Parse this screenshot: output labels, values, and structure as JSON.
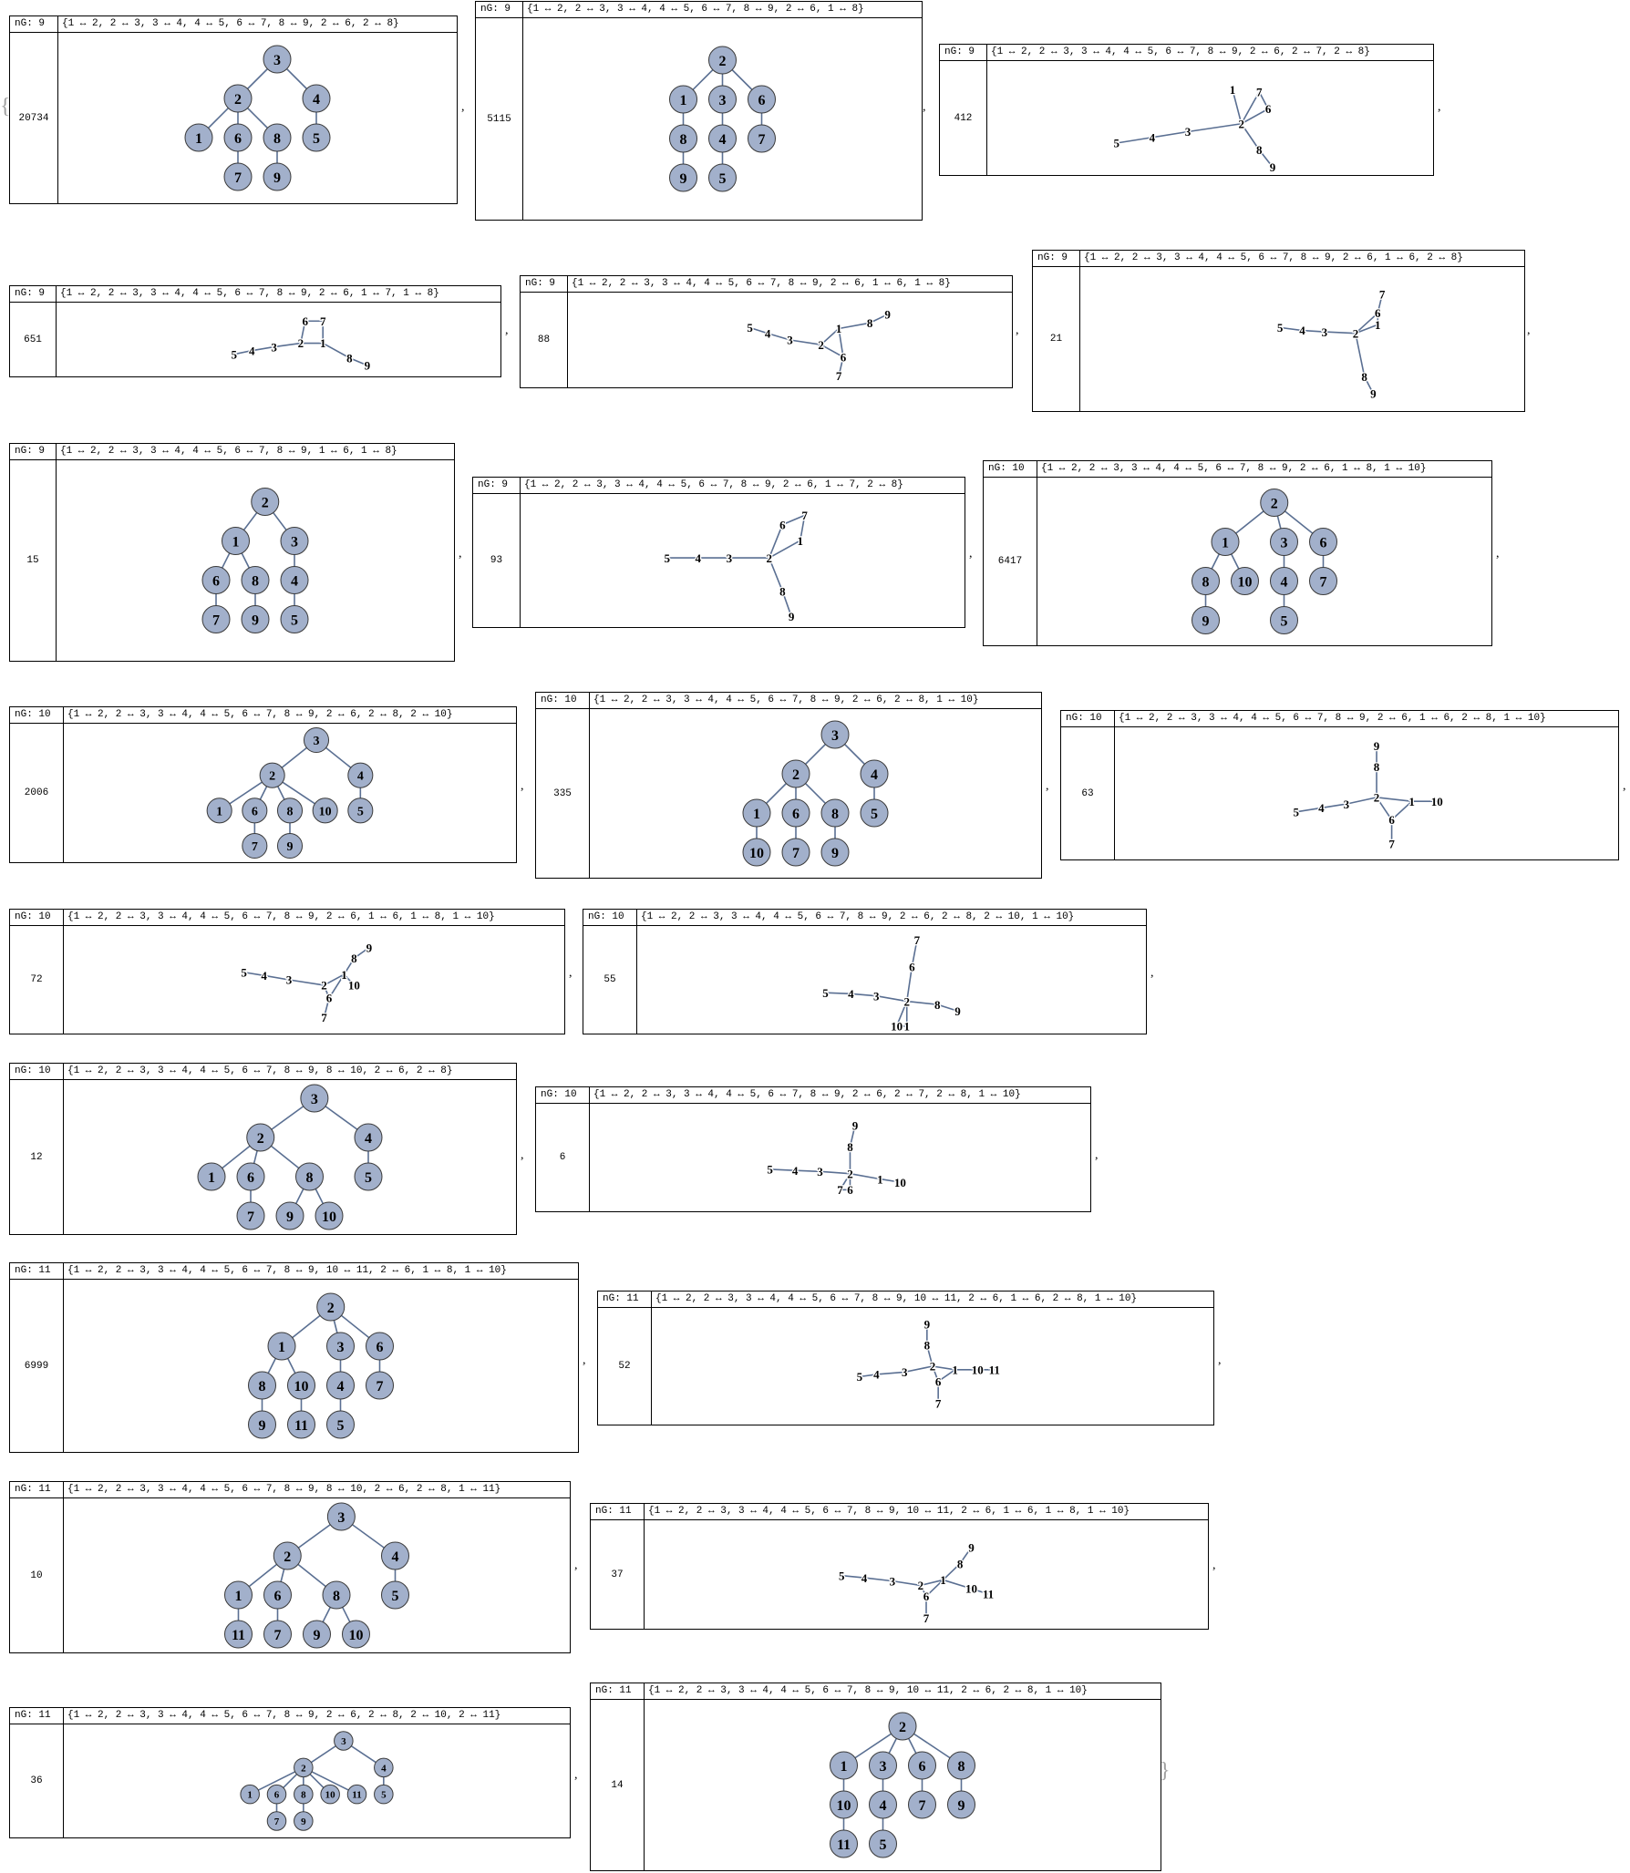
{
  "panels": [
    {
      "ng": "nG: 9",
      "edges": "{1 ↔ 2, 2 ↔ 3, 3 ↔ 4, 4 ↔ 5, 6 ↔ 7, 8 ↔ 9, 2 ↔ 6, 2 ↔ 8}",
      "count": "20734",
      "tree": true,
      "root": 3,
      "E": [
        [
          1,
          2
        ],
        [
          2,
          3
        ],
        [
          3,
          4
        ],
        [
          4,
          5
        ],
        [
          6,
          7
        ],
        [
          8,
          9
        ],
        [
          2,
          6
        ],
        [
          2,
          8
        ]
      ]
    },
    {
      "ng": "nG: 9",
      "edges": "{1 ↔ 2, 2 ↔ 3, 3 ↔ 4, 4 ↔ 5, 6 ↔ 7, 8 ↔ 9, 2 ↔ 6, 1 ↔ 8}",
      "count": "5115",
      "tree": true,
      "root": 2,
      "E": [
        [
          1,
          2
        ],
        [
          2,
          3
        ],
        [
          3,
          4
        ],
        [
          4,
          5
        ],
        [
          6,
          7
        ],
        [
          8,
          9
        ],
        [
          2,
          6
        ],
        [
          1,
          8
        ]
      ]
    },
    {
      "ng": "nG: 9",
      "edges": "{1 ↔ 2, 2 ↔ 3, 3 ↔ 4, 4 ↔ 5, 6 ↔ 7, 8 ↔ 9, 2 ↔ 6, 2 ↔ 7, 2 ↔ 8}",
      "count": "412",
      "tree": false,
      "E": [
        [
          1,
          2
        ],
        [
          2,
          3
        ],
        [
          3,
          4
        ],
        [
          4,
          5
        ],
        [
          6,
          7
        ],
        [
          8,
          9
        ],
        [
          2,
          6
        ],
        [
          2,
          7
        ],
        [
          2,
          8
        ]
      ]
    },
    {
      "ng": "nG: 9",
      "edges": "{1 ↔ 2, 2 ↔ 3, 3 ↔ 4, 4 ↔ 5, 6 ↔ 7, 8 ↔ 9, 2 ↔ 6, 1 ↔ 7, 1 ↔ 8}",
      "count": "651",
      "tree": false,
      "E": [
        [
          1,
          2
        ],
        [
          2,
          3
        ],
        [
          3,
          4
        ],
        [
          4,
          5
        ],
        [
          6,
          7
        ],
        [
          8,
          9
        ],
        [
          2,
          6
        ],
        [
          1,
          7
        ],
        [
          1,
          8
        ]
      ]
    },
    {
      "ng": "nG: 9",
      "edges": "{1 ↔ 2, 2 ↔ 3, 3 ↔ 4, 4 ↔ 5, 6 ↔ 7, 8 ↔ 9, 2 ↔ 6, 1 ↔ 6, 1 ↔ 8}",
      "count": "88",
      "tree": false,
      "E": [
        [
          1,
          2
        ],
        [
          2,
          3
        ],
        [
          3,
          4
        ],
        [
          4,
          5
        ],
        [
          6,
          7
        ],
        [
          8,
          9
        ],
        [
          2,
          6
        ],
        [
          1,
          6
        ],
        [
          1,
          8
        ]
      ]
    },
    {
      "ng": "nG: 9",
      "edges": "{1 ↔ 2, 2 ↔ 3, 3 ↔ 4, 4 ↔ 5, 6 ↔ 7, 8 ↔ 9, 2 ↔ 6, 1 ↔ 6, 2 ↔ 8}",
      "count": "21",
      "tree": false,
      "E": [
        [
          1,
          2
        ],
        [
          2,
          3
        ],
        [
          3,
          4
        ],
        [
          4,
          5
        ],
        [
          6,
          7
        ],
        [
          8,
          9
        ],
        [
          2,
          6
        ],
        [
          1,
          6
        ],
        [
          2,
          8
        ]
      ]
    },
    {
      "ng": "nG: 9",
      "edges": "{1 ↔ 2, 2 ↔ 3, 3 ↔ 4, 4 ↔ 5, 6 ↔ 7, 8 ↔ 9, 1 ↔ 6, 1 ↔ 8}",
      "count": "15",
      "tree": true,
      "root": 2,
      "E": [
        [
          1,
          2
        ],
        [
          2,
          3
        ],
        [
          3,
          4
        ],
        [
          4,
          5
        ],
        [
          6,
          7
        ],
        [
          8,
          9
        ],
        [
          1,
          6
        ],
        [
          1,
          8
        ]
      ]
    },
    {
      "ng": "nG: 9",
      "edges": "{1 ↔ 2, 2 ↔ 3, 3 ↔ 4, 4 ↔ 5, 6 ↔ 7, 8 ↔ 9, 2 ↔ 6, 1 ↔ 7, 2 ↔ 8}",
      "count": "93",
      "tree": false,
      "E": [
        [
          1,
          2
        ],
        [
          2,
          3
        ],
        [
          3,
          4
        ],
        [
          4,
          5
        ],
        [
          6,
          7
        ],
        [
          8,
          9
        ],
        [
          2,
          6
        ],
        [
          1,
          7
        ],
        [
          2,
          8
        ]
      ]
    },
    {
      "ng": "nG: 10",
      "edges": "{1 ↔ 2, 2 ↔ 3, 3 ↔ 4, 4 ↔ 5, 6 ↔ 7, 8 ↔ 9, 2 ↔ 6, 1 ↔ 8, 1 ↔ 10}",
      "count": "6417",
      "tree": true,
      "root": 2,
      "E": [
        [
          1,
          2
        ],
        [
          2,
          3
        ],
        [
          3,
          4
        ],
        [
          4,
          5
        ],
        [
          6,
          7
        ],
        [
          8,
          9
        ],
        [
          2,
          6
        ],
        [
          1,
          8
        ],
        [
          1,
          10
        ]
      ]
    },
    {
      "ng": "nG: 10",
      "edges": "{1 ↔ 2, 2 ↔ 3, 3 ↔ 4, 4 ↔ 5, 6 ↔ 7, 8 ↔ 9, 2 ↔ 6, 2 ↔ 8, 2 ↔ 10}",
      "count": "2006",
      "tree": true,
      "root": 3,
      "E": [
        [
          1,
          2
        ],
        [
          2,
          3
        ],
        [
          3,
          4
        ],
        [
          4,
          5
        ],
        [
          6,
          7
        ],
        [
          8,
          9
        ],
        [
          2,
          6
        ],
        [
          2,
          8
        ],
        [
          2,
          10
        ]
      ]
    },
    {
      "ng": "nG: 10",
      "edges": "{1 ↔ 2, 2 ↔ 3, 3 ↔ 4, 4 ↔ 5, 6 ↔ 7, 8 ↔ 9, 2 ↔ 6, 2 ↔ 8, 1 ↔ 10}",
      "count": "335",
      "tree": true,
      "root": 3,
      "E": [
        [
          1,
          2
        ],
        [
          2,
          3
        ],
        [
          3,
          4
        ],
        [
          4,
          5
        ],
        [
          6,
          7
        ],
        [
          8,
          9
        ],
        [
          2,
          6
        ],
        [
          2,
          8
        ],
        [
          1,
          10
        ]
      ]
    },
    {
      "ng": "nG: 10",
      "edges": "{1 ↔ 2, 2 ↔ 3, 3 ↔ 4, 4 ↔ 5, 6 ↔ 7, 8 ↔ 9, 2 ↔ 6, 1 ↔ 6, 2 ↔ 8, 1 ↔ 10}",
      "count": "63",
      "tree": false,
      "E": [
        [
          1,
          2
        ],
        [
          2,
          3
        ],
        [
          3,
          4
        ],
        [
          4,
          5
        ],
        [
          6,
          7
        ],
        [
          8,
          9
        ],
        [
          2,
          6
        ],
        [
          1,
          6
        ],
        [
          2,
          8
        ],
        [
          1,
          10
        ]
      ]
    },
    {
      "ng": "nG: 10",
      "edges": "{1 ↔ 2, 2 ↔ 3, 3 ↔ 4, 4 ↔ 5, 6 ↔ 7, 8 ↔ 9, 2 ↔ 6, 1 ↔ 6, 1 ↔ 8, 1 ↔ 10}",
      "count": "72",
      "tree": false,
      "E": [
        [
          1,
          2
        ],
        [
          2,
          3
        ],
        [
          3,
          4
        ],
        [
          4,
          5
        ],
        [
          6,
          7
        ],
        [
          8,
          9
        ],
        [
          2,
          6
        ],
        [
          1,
          6
        ],
        [
          1,
          8
        ],
        [
          1,
          10
        ]
      ]
    },
    {
      "ng": "nG: 10",
      "edges": "{1 ↔ 2, 2 ↔ 3, 3 ↔ 4, 4 ↔ 5, 6 ↔ 7, 8 ↔ 9, 2 ↔ 6, 2 ↔ 8, 2 ↔ 10, 1 ↔ 10}",
      "count": "55",
      "tree": false,
      "E": [
        [
          1,
          2
        ],
        [
          2,
          3
        ],
        [
          3,
          4
        ],
        [
          4,
          5
        ],
        [
          6,
          7
        ],
        [
          8,
          9
        ],
        [
          2,
          6
        ],
        [
          2,
          8
        ],
        [
          2,
          10
        ],
        [
          1,
          10
        ]
      ]
    },
    {
      "ng": "nG: 10",
      "edges": "{1 ↔ 2, 2 ↔ 3, 3 ↔ 4, 4 ↔ 5, 6 ↔ 7, 8 ↔ 9, 8 ↔ 10, 2 ↔ 6, 2 ↔ 8}",
      "count": "12",
      "tree": true,
      "root": 3,
      "E": [
        [
          1,
          2
        ],
        [
          2,
          3
        ],
        [
          3,
          4
        ],
        [
          4,
          5
        ],
        [
          6,
          7
        ],
        [
          8,
          9
        ],
        [
          8,
          10
        ],
        [
          2,
          6
        ],
        [
          2,
          8
        ]
      ]
    },
    {
      "ng": "nG: 10",
      "edges": "{1 ↔ 2, 2 ↔ 3, 3 ↔ 4, 4 ↔ 5, 6 ↔ 7, 8 ↔ 9, 2 ↔ 6, 2 ↔ 7, 2 ↔ 8, 1 ↔ 10}",
      "count": "6",
      "tree": false,
      "E": [
        [
          1,
          2
        ],
        [
          2,
          3
        ],
        [
          3,
          4
        ],
        [
          4,
          5
        ],
        [
          6,
          7
        ],
        [
          8,
          9
        ],
        [
          2,
          6
        ],
        [
          2,
          7
        ],
        [
          2,
          8
        ],
        [
          1,
          10
        ]
      ]
    },
    {
      "ng": "nG: 11",
      "edges": "{1 ↔ 2, 2 ↔ 3, 3 ↔ 4, 4 ↔ 5, 6 ↔ 7, 8 ↔ 9, 10 ↔ 11, 2 ↔ 6, 1 ↔ 8, 1 ↔ 10}",
      "count": "6999",
      "tree": true,
      "root": 2,
      "E": [
        [
          1,
          2
        ],
        [
          2,
          3
        ],
        [
          3,
          4
        ],
        [
          4,
          5
        ],
        [
          6,
          7
        ],
        [
          8,
          9
        ],
        [
          10,
          11
        ],
        [
          2,
          6
        ],
        [
          1,
          8
        ],
        [
          1,
          10
        ]
      ]
    },
    {
      "ng": "nG: 11",
      "edges": "{1 ↔ 2, 2 ↔ 3, 3 ↔ 4, 4 ↔ 5, 6 ↔ 7, 8 ↔ 9, 10 ↔ 11, 2 ↔ 6, 1 ↔ 6, 2 ↔ 8, 1 ↔ 10}",
      "count": "52",
      "tree": false,
      "E": [
        [
          1,
          2
        ],
        [
          2,
          3
        ],
        [
          3,
          4
        ],
        [
          4,
          5
        ],
        [
          6,
          7
        ],
        [
          8,
          9
        ],
        [
          10,
          11
        ],
        [
          2,
          6
        ],
        [
          1,
          6
        ],
        [
          2,
          8
        ],
        [
          1,
          10
        ]
      ]
    },
    {
      "ng": "nG: 11",
      "edges": "{1 ↔ 2, 2 ↔ 3, 3 ↔ 4, 4 ↔ 5, 6 ↔ 7, 8 ↔ 9, 8 ↔ 10, 2 ↔ 6, 2 ↔ 8, 1 ↔ 11}",
      "count": "10",
      "tree": true,
      "root": 3,
      "E": [
        [
          1,
          2
        ],
        [
          2,
          3
        ],
        [
          3,
          4
        ],
        [
          4,
          5
        ],
        [
          6,
          7
        ],
        [
          8,
          9
        ],
        [
          8,
          10
        ],
        [
          2,
          6
        ],
        [
          2,
          8
        ],
        [
          1,
          11
        ]
      ]
    },
    {
      "ng": "nG: 11",
      "edges": "{1 ↔ 2, 2 ↔ 3, 3 ↔ 4, 4 ↔ 5, 6 ↔ 7, 8 ↔ 9, 10 ↔ 11, 2 ↔ 6, 1 ↔ 6, 1 ↔ 8, 1 ↔ 10}",
      "count": "37",
      "tree": false,
      "E": [
        [
          1,
          2
        ],
        [
          2,
          3
        ],
        [
          3,
          4
        ],
        [
          4,
          5
        ],
        [
          6,
          7
        ],
        [
          8,
          9
        ],
        [
          10,
          11
        ],
        [
          2,
          6
        ],
        [
          1,
          6
        ],
        [
          1,
          8
        ],
        [
          1,
          10
        ]
      ]
    },
    {
      "ng": "nG: 11",
      "edges": "{1 ↔ 2, 2 ↔ 3, 3 ↔ 4, 4 ↔ 5, 6 ↔ 7, 8 ↔ 9, 2 ↔ 6, 2 ↔ 8, 2 ↔ 10, 2 ↔ 11}",
      "count": "36",
      "tree": true,
      "root": 3,
      "E": [
        [
          1,
          2
        ],
        [
          2,
          3
        ],
        [
          3,
          4
        ],
        [
          4,
          5
        ],
        [
          6,
          7
        ],
        [
          8,
          9
        ],
        [
          2,
          6
        ],
        [
          2,
          8
        ],
        [
          2,
          10
        ],
        [
          2,
          11
        ]
      ]
    },
    {
      "ng": "nG: 11",
      "edges": "{1 ↔ 2, 2 ↔ 3, 3 ↔ 4, 4 ↔ 5, 6 ↔ 7, 8 ↔ 9, 10 ↔ 11, 2 ↔ 6, 2 ↔ 8, 1 ↔ 10}",
      "count": "14",
      "tree": true,
      "root": 2,
      "E": [
        [
          1,
          2
        ],
        [
          2,
          3
        ],
        [
          3,
          4
        ],
        [
          4,
          5
        ],
        [
          6,
          7
        ],
        [
          8,
          9
        ],
        [
          10,
          11
        ],
        [
          2,
          6
        ],
        [
          2,
          8
        ],
        [
          1,
          10
        ]
      ]
    }
  ],
  "separator": ",",
  "open_brace": "{",
  "close_brace": "}",
  "colors": {
    "vertex_fill": "#a2b0cb",
    "edge": "#5a6f92",
    "vertex_stroke": "#3a3a3a"
  }
}
